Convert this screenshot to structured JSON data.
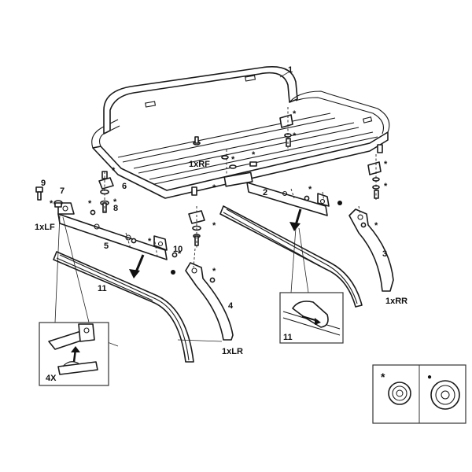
{
  "labels": {
    "p1": "1",
    "p2": "2",
    "p3": "3",
    "p4": "4",
    "p5": "5",
    "p6": "6",
    "p7": "7",
    "p8": "8",
    "p9": "9",
    "p10": "10",
    "p11": "11",
    "p11b": "11",
    "rf": "1xRF",
    "lf": "1xLF",
    "rr": "1xRR",
    "lr": "1xLR",
    "qty4x": "4X"
  },
  "legend": {
    "star": "*",
    "dot": "●"
  },
  "colors": {
    "line": "#1a1a1a",
    "box_border": "#333333"
  }
}
